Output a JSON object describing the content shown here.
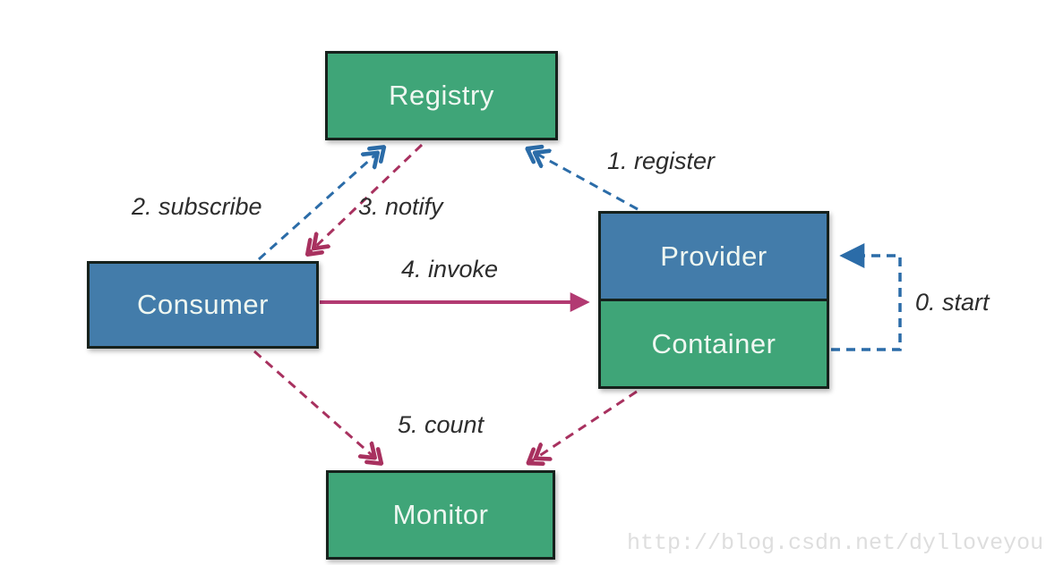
{
  "nodes": {
    "registry": {
      "label": "Registry",
      "color": "#3fa578"
    },
    "consumer": {
      "label": "Consumer",
      "color": "#437caa"
    },
    "provider": {
      "label": "Provider",
      "color": "#437caa"
    },
    "container": {
      "label": "Container",
      "color": "#3fa578"
    },
    "monitor": {
      "label": "Monitor",
      "color": "#3fa578"
    }
  },
  "edges": {
    "start": {
      "label": "0. start",
      "color": "#2b6ca8",
      "style": "dashed",
      "from": "Container",
      "to": "Provider"
    },
    "register": {
      "label": "1. register",
      "color": "#2b6ca8",
      "style": "dashed",
      "from": "Provider",
      "to": "Registry"
    },
    "subscribe": {
      "label": "2. subscribe",
      "color": "#2b6ca8",
      "style": "dashed",
      "from": "Consumer",
      "to": "Registry"
    },
    "notify": {
      "label": "3. notify",
      "color": "#a8315f",
      "style": "dashed",
      "from": "Registry",
      "to": "Consumer"
    },
    "invoke": {
      "label": "4. invoke",
      "color": "#b23a72",
      "style": "solid",
      "from": "Consumer",
      "to": "Provider"
    },
    "count": {
      "label": "5. count",
      "color": "#a8315f",
      "style": "dashed",
      "from": "Consumer, Container",
      "to": "Monitor"
    }
  },
  "watermark": {
    "text": "http://blog.csdn.net/dylloveyou"
  }
}
